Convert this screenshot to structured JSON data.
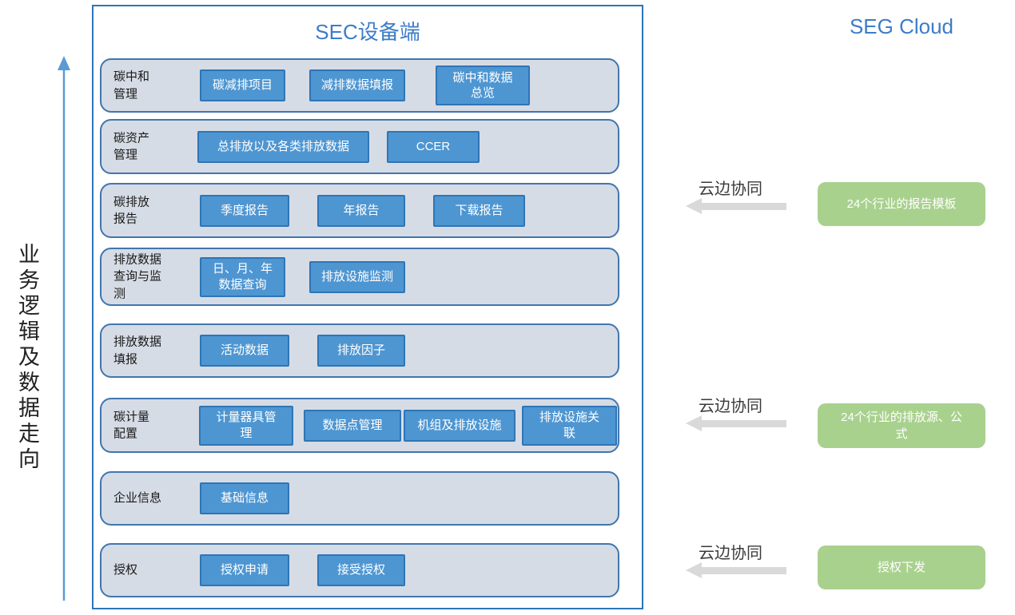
{
  "palette": {
    "title_blue": "#3D7CC9",
    "panel_border_blue": "#2E75B6",
    "row_fill": "#D6DCE5",
    "button_blue": "#4E96D2",
    "green_box": "#A9D18E",
    "arrow_gray": "#D9D9D9",
    "flow_arrow_blue": "#5B9BD5"
  },
  "left_rail": {
    "flow_label": "业务逻辑及数据走向"
  },
  "device_panel": {
    "title": "SEC设备端",
    "rows": [
      {
        "label": "碳中和\n管理",
        "buttons": [
          {
            "label": "碳减排项目"
          },
          {
            "label": "减排数据填报"
          },
          {
            "label": "碳中和数据\n总览"
          }
        ]
      },
      {
        "label": "碳资产\n管理",
        "buttons": [
          {
            "label": "总排放以及各类排放数据"
          },
          {
            "label": "CCER"
          }
        ]
      },
      {
        "label": "碳排放\n报告",
        "buttons": [
          {
            "label": "季度报告"
          },
          {
            "label": "年报告"
          },
          {
            "label": "下载报告"
          }
        ]
      },
      {
        "label": "排放数据\n查询与监\n测",
        "buttons": [
          {
            "label": "日、月、年\n数据查询"
          },
          {
            "label": "排放设施监测"
          }
        ]
      },
      {
        "label": "排放数据\n填报",
        "buttons": [
          {
            "label": "活动数据"
          },
          {
            "label": "排放因子"
          }
        ]
      },
      {
        "label": "碳计量\n配置",
        "buttons": [
          {
            "label": "计量器具管\n理"
          },
          {
            "label": "数据点管理"
          },
          {
            "label": "机组及排放设施"
          },
          {
            "label": "排放设施关\n联"
          }
        ]
      },
      {
        "label": "企业信息",
        "buttons": [
          {
            "label": "基础信息"
          }
        ]
      },
      {
        "label": "授权",
        "buttons": [
          {
            "label": "授权申请"
          },
          {
            "label": "接受授权"
          }
        ]
      }
    ]
  },
  "cloud_panel": {
    "title": "SEG Cloud",
    "sync_groups": [
      {
        "label": "云边协同",
        "box": "24个行业的报告模板"
      },
      {
        "label": "云边协同",
        "box": "24个行业的排放源、公\n式"
      },
      {
        "label": "云边协同",
        "box": "授权下发"
      }
    ]
  }
}
